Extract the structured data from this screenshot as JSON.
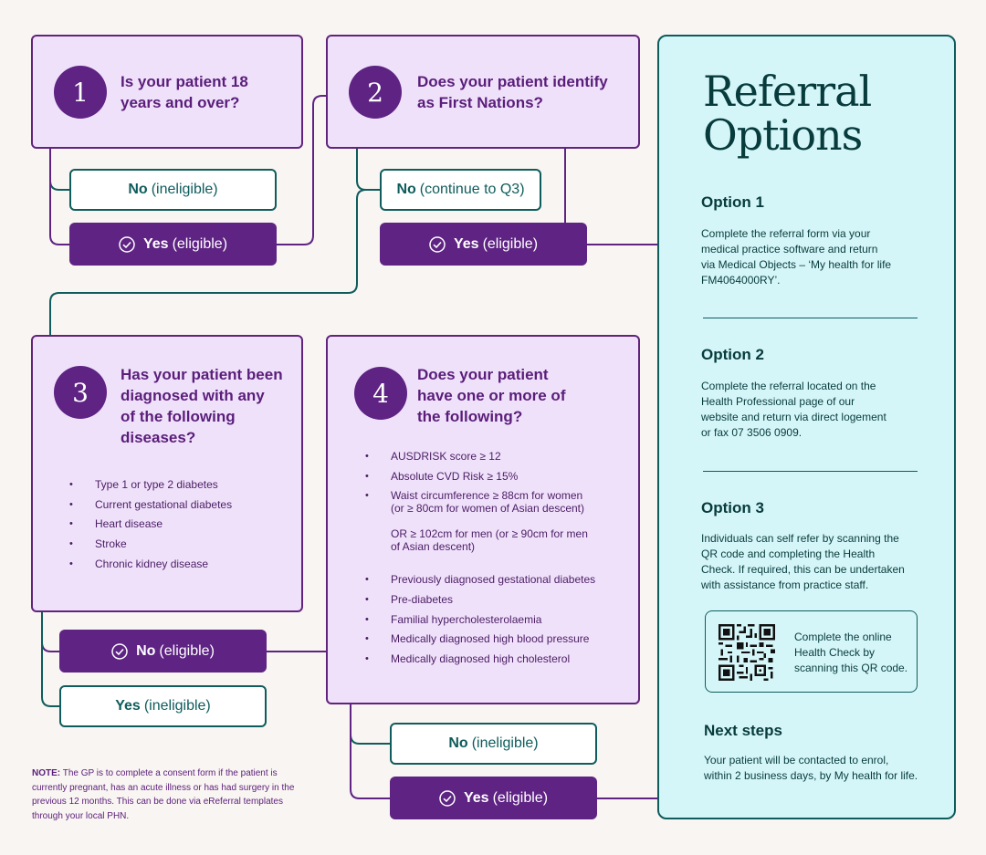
{
  "q1": {
    "number": "1",
    "question": "Is your patient 18 years and over?",
    "no": {
      "bold": "No",
      "rest": "(ineligible)"
    },
    "yes": {
      "bold": "Yes",
      "rest": "(eligible)"
    }
  },
  "q2": {
    "number": "2",
    "question": "Does your patient identify as First Nations?",
    "no": {
      "bold": "No",
      "rest": "(continue to Q3)"
    },
    "yes": {
      "bold": "Yes",
      "rest": "(eligible)"
    }
  },
  "q3": {
    "number": "3",
    "question": "Has your patient been diagnosed with any of the following diseases?",
    "items": [
      "Type 1 or type 2 diabetes",
      "Current gestational diabetes",
      "Heart disease",
      "Stroke",
      "Chronic kidney disease"
    ],
    "no": {
      "bold": "No",
      "rest": "(eligible)"
    },
    "yes": {
      "bold": "Yes",
      "rest": "(ineligible)"
    }
  },
  "q4": {
    "number": "4",
    "question": "Does your patient have one or more of the following?",
    "items": [
      "AUSDRISK score ≥ 12",
      "Absolute CVD Risk ≥ 15%"
    ],
    "waist": {
      "line1": "Waist circumference ≥ 88cm for women",
      "line2": "(or ≥ 80cm for women of Asian descent)"
    },
    "men": {
      "line1": "OR ≥ 102cm for men (or ≥ 90cm for men",
      "line2": "of Asian descent)"
    },
    "items2": [
      "Previously diagnosed gestational diabetes",
      "Pre-diabetes",
      "Familial hypercholesterolaemia",
      "Medically diagnosed high blood pressure",
      "Medically diagnosed high cholesterol"
    ],
    "no": {
      "bold": "No",
      "rest": "(ineligible)"
    },
    "yes": {
      "bold": "Yes",
      "rest": "(eligible)"
    }
  },
  "panel": {
    "title": "Referral Options",
    "options": [
      {
        "title": "Option 1",
        "body": "Complete the referral form via your medical practice software and return via Medical Objects – ‘My health for life FM4064000RY’."
      },
      {
        "title": "Option 2",
        "body": "Complete the referral located on the Health Professional page of our website and return via direct logement or fax 07 3506 0909."
      },
      {
        "title": "Option 3",
        "body": "Individuals can self refer by scanning the QR code and completing the Health Check. If required, this can be undertaken with assistance from practice staff."
      }
    ],
    "qr_text": "Complete the online Health Check by scanning this QR code.",
    "next_title": "Next steps",
    "next_body": "Your patient will be contacted to enrol, within 2 business days, by My health for life."
  },
  "note": {
    "label": "NOTE:",
    "text": "The GP is to complete a consent form if the patient is currently pregnant, has an acute illness or has had surgery in the previous 12 months. This can be done via eReferral templates through your local PHN."
  },
  "colors": {
    "purple": "#5e2383",
    "lilac": "#f0e1fb",
    "teal": "#0f5c5c",
    "aqua": "#d5f6f9",
    "background": "#f9f5f2"
  }
}
